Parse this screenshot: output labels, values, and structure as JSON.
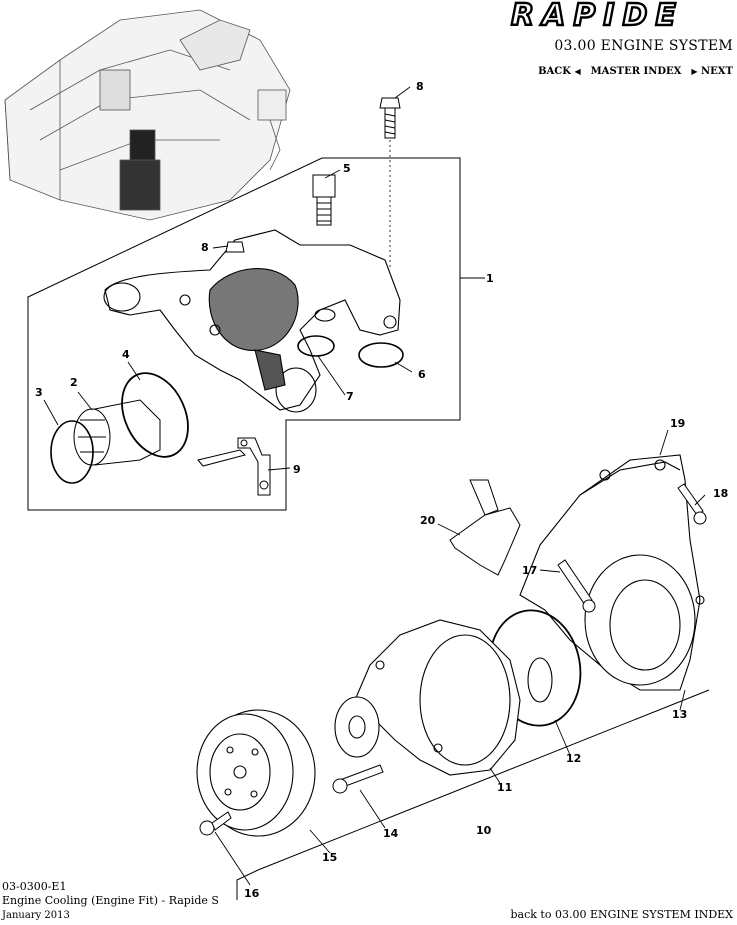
{
  "header": {
    "brand": "RAPIDE",
    "section_title": "03.00 ENGINE SYSTEM",
    "nav": {
      "back": "BACK",
      "master_index": "MASTER INDEX",
      "next": "NEXT"
    }
  },
  "diagram": {
    "callouts": [
      "1",
      "2",
      "3",
      "4",
      "5",
      "6",
      "7",
      "8",
      "8",
      "9",
      "10",
      "11",
      "12",
      "13",
      "14",
      "15",
      "16",
      "17",
      "18",
      "19",
      "20"
    ]
  },
  "footer": {
    "code": "03-0300-E1",
    "title": "Engine Cooling (Engine Fit) - Rapide S",
    "date": "January 2013",
    "back_link": "back to 03.00 ENGINE SYSTEM INDEX"
  }
}
